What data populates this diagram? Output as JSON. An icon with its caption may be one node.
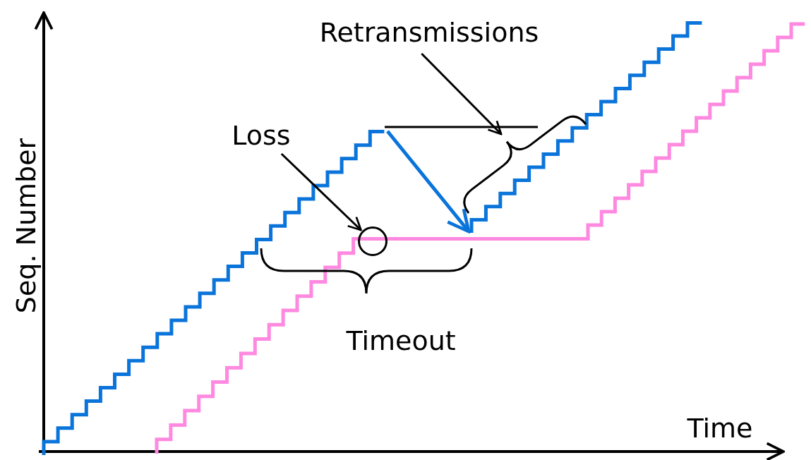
{
  "diagram": {
    "nodes": [
      {
        "text": [
          "Loss"
        ]
      },
      {
        "text": [],
        "shape": "circle"
      },
      {
        "text": [
          "Retransmissions"
        ]
      },
      {
        "text": [],
        "shape": "brace"
      }
    ],
    "edges": [
      {
        "from": 0,
        "to": 1,
        "arrow": "to"
      },
      {
        "from": 2,
        "to": 3,
        "arrow": "to"
      }
    ],
    "labels": [
      "Seq. Number",
      "Timeout",
      "Time"
    ]
  }
}
